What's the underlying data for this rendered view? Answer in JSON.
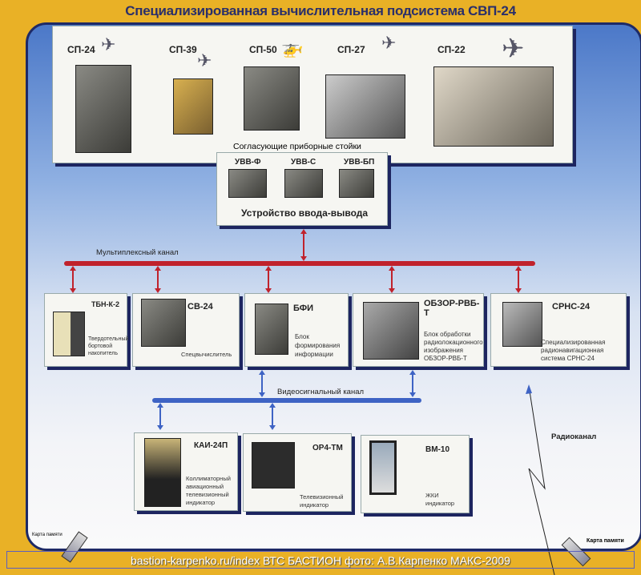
{
  "title": "Специализированная вычислительная подсистема СВП-24",
  "racks": [
    "СП-24",
    "СП-39",
    "СП-50",
    "СП-27",
    "СП-22"
  ],
  "racks_caption": "Согласующие приборные стойки",
  "io": {
    "units": [
      "УВВ-Ф",
      "УВВ-С",
      "УВВ-БП"
    ],
    "caption": "Устройство ввода-вывода"
  },
  "multiplex_label": "Мультиплексный канал",
  "video_label": "Видеосигнальный канал",
  "radio_label": "Радиоканал",
  "modules": [
    {
      "name": "ТБН-К-2",
      "desc": "Твердотельный бортовой накопитель"
    },
    {
      "name": "СВ-24",
      "desc": "Спецвычислитель"
    },
    {
      "name": "БФИ",
      "desc": "Блок формирования информации"
    },
    {
      "name": "ОБЗОР-РВБ-Т",
      "desc": "Блок обработки радиолокационного изображения ОБЗОР-РВБ-Т"
    },
    {
      "name": "СРНС-24",
      "desc": "Специализированная радионавигационная система СРНС-24"
    }
  ],
  "displays": [
    {
      "name": "КАИ-24П",
      "desc": "Коллиматорный авиационный телевизионный индикатор"
    },
    {
      "name": "ОР4-ТМ",
      "desc": "Телевизионный индикатор"
    },
    {
      "name": "ВМ-10",
      "desc": "ЖКИ индикатор"
    }
  ],
  "memory_card_left": "Карта памяти",
  "memory_card_right": "Карта памяти",
  "watermark": "bastion-karpenko.ru/index ВТС БАСТИОН фото: А.В.Карпенко МАКС-2009"
}
